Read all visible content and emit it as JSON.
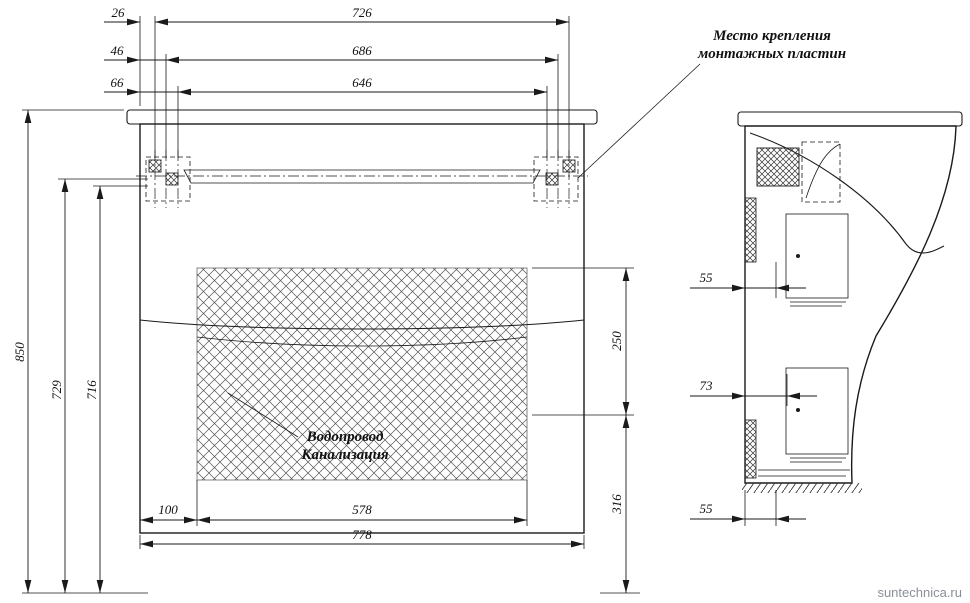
{
  "dims": {
    "d26": "26",
    "d46": "46",
    "d66": "66",
    "d726": "726",
    "d686": "686",
    "d646": "646",
    "d850": "850",
    "d729": "729",
    "d716": "716",
    "d100": "100",
    "d578": "578",
    "d778": "778",
    "d250": "250",
    "d316": "316",
    "side_top": "55",
    "side_mid": "73",
    "side_bottom": "55"
  },
  "labels": {
    "mounting_line1": "Место крепления",
    "mounting_line2": "монтажных пластин",
    "plumbing_line1": "Водопровод",
    "plumbing_line2": "Канализация"
  },
  "watermark": "suntechnica.ru",
  "colors": {
    "line": "#1a1a1a",
    "watermark": "#8a8f98"
  }
}
